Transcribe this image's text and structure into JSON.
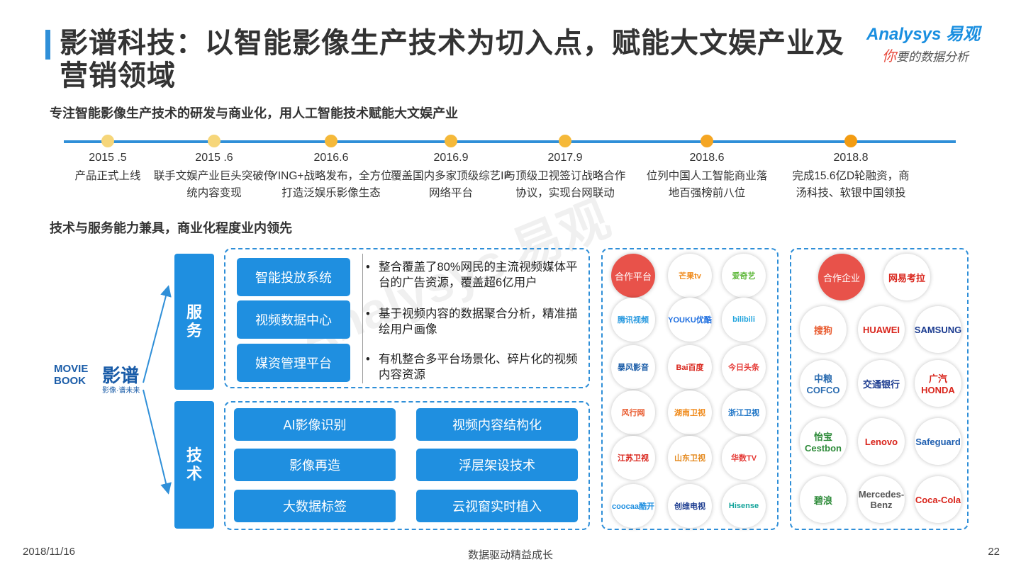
{
  "title": "影谱科技：以智能影像生产技术为切入点，赋能大文娱产业及营销领域",
  "brand": {
    "name_en": "Analysys",
    "name_cn": "易观",
    "slogan_hl": "你",
    "slogan_rest": "要的数据分析"
  },
  "subtitle_timeline": "专注智能影像生产技术的研发与商业化，用人工智能技术赋能大文娱产业",
  "timeline": [
    {
      "date": "2015 .5",
      "desc": "产品正式上线",
      "color": "#f6d67a"
    },
    {
      "date": "2015 .6",
      "desc": "联手文娱产业巨头突破传统内容变现",
      "color": "#f6d67a"
    },
    {
      "date": "2016.6",
      "desc": "YING+战略发布，全方位打造泛娱乐影像生态",
      "color": "#f5b93a"
    },
    {
      "date": "2016.9",
      "desc": "覆盖国内多家顶级综艺IP网络平台",
      "color": "#f5b93a"
    },
    {
      "date": "2017.9",
      "desc": "与顶级卫视签订战略合作协议，实现台网联动",
      "color": "#f5b93a"
    },
    {
      "date": "2018.6",
      "desc": "位列中国人工智能商业落地百强榜前八位",
      "color": "#f5a623"
    },
    {
      "date": "2018.8",
      "desc": "完成15.6亿D轮融资，商汤科技、软银中国领投",
      "color": "#f39c12"
    }
  ],
  "subtitle_capability": "技术与服务能力兼具，商业化程度业内领先",
  "company_logo": {
    "en_top": "MOVIE",
    "en_bottom": "BOOK",
    "cn": "影谱",
    "tagline": "影像·谱未来"
  },
  "service": {
    "label": "服务",
    "items": [
      "智能投放系统",
      "视频数据中心",
      "媒资管理平台"
    ],
    "bullets": [
      "整合覆盖了80%网民的主流视频媒体平台的广告资源，覆盖超6亿用户",
      "基于视频内容的数据聚合分析，精准描绘用户画像",
      "有机整合多平台场景化、碎片化的视频内容资源"
    ]
  },
  "tech": {
    "label": "技术",
    "items": [
      "AI影像识别",
      "视频内容结构化",
      "影像再造",
      "浮层架设技术",
      "大数据标签",
      "云视窗实时植入"
    ]
  },
  "platforms": {
    "header": "合作平台",
    "items": [
      {
        "text": "芒果tv",
        "color": "#f08b1c"
      },
      {
        "text": "爱奇艺",
        "color": "#5fb83b"
      },
      {
        "text": "腾讯视频",
        "color": "#2b9be0"
      },
      {
        "text": "YOUKU优酷",
        "color": "#1f6fe0"
      },
      {
        "text": "bilibili",
        "color": "#23a5de"
      },
      {
        "text": "暴风影音",
        "color": "#1a5ca8"
      },
      {
        "text": "Bai百度",
        "color": "#d9251c"
      },
      {
        "text": "今日头条",
        "color": "#e53935"
      },
      {
        "text": "风行网",
        "color": "#e8572a"
      },
      {
        "text": "湖南卫视",
        "color": "#f08b1c"
      },
      {
        "text": "浙江卫视",
        "color": "#1d74c6"
      },
      {
        "text": "江苏卫视",
        "color": "#d9251c"
      },
      {
        "text": "山东卫视",
        "color": "#e58a1f"
      },
      {
        "text": "华数TV",
        "color": "#e53935"
      },
      {
        "text": "coocaa酷开",
        "color": "#1f8fe0"
      },
      {
        "text": "创维电视",
        "color": "#1a3a8f"
      },
      {
        "text": "Hisense",
        "color": "#12a39a"
      }
    ]
  },
  "enterprises": {
    "header": "合作企业",
    "items": [
      {
        "text": "网易考拉",
        "color": "#d9251c"
      },
      {
        "text": "搜狗",
        "color": "#e8572a"
      },
      {
        "text": "HUAWEI",
        "color": "#d9251c"
      },
      {
        "text": "SAMSUNG",
        "color": "#1a3a8f"
      },
      {
        "text": "中粮COFCO",
        "color": "#2b6cb0"
      },
      {
        "text": "交通银行",
        "color": "#1a3a8f"
      },
      {
        "text": "广汽HONDA",
        "color": "#d9251c"
      },
      {
        "text": "怡宝Cestbon",
        "color": "#2e8b3a"
      },
      {
        "text": "Lenovo",
        "color": "#d9251c"
      },
      {
        "text": "Safeguard",
        "color": "#1f5fb0"
      },
      {
        "text": "碧浪",
        "color": "#2e8b3a"
      },
      {
        "text": "Mercedes-Benz",
        "color": "#555555"
      },
      {
        "text": "Coca-Cola",
        "color": "#d9251c"
      }
    ]
  },
  "footer": {
    "date": "2018/11/16",
    "center": "数据驱动精益成长",
    "page": "22"
  }
}
